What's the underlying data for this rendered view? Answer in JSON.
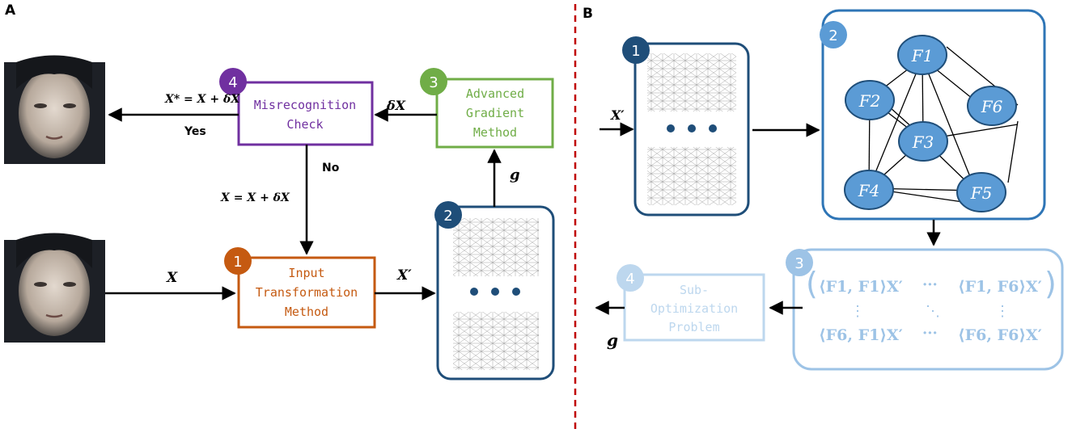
{
  "panel_a": {
    "label": "A",
    "steps": {
      "misrecognition": {
        "number": "4",
        "line1": "Misrecognition",
        "line2": "Check",
        "color": "#7030a0"
      },
      "gradient": {
        "number": "3",
        "line1": "Advanced",
        "line2": "Gradient",
        "line3": "Method",
        "color": "#70ad47"
      },
      "transform": {
        "number": "1",
        "line1": "Input",
        "line2": "Transformation",
        "line3": "Method",
        "color": "#c55a11"
      },
      "network": {
        "number": "2",
        "color": "#1f4e79"
      }
    },
    "edges": {
      "output_formula": "X* = X + δX",
      "yes": "Yes",
      "no": "No",
      "update_formula": "X = X + δX",
      "delta_x": "δX",
      "g": "g",
      "x": "X",
      "x_prime": "X′"
    }
  },
  "panel_b": {
    "label": "B",
    "network": {
      "number": "1",
      "input": "X′"
    },
    "graph": {
      "number": "2",
      "nodes": [
        "F1",
        "F2",
        "F3",
        "F4",
        "F5",
        "F6"
      ],
      "node_color": "#5b9bd5"
    },
    "matrix": {
      "number": "3",
      "cell_11": "⟨F1, F1⟩X′",
      "cell_16": "⟨F1, F6⟩X′",
      "cell_61": "⟨F6, F1⟩X′",
      "cell_66": "⟨F6, F6⟩X′",
      "dots_h": "···",
      "dots_v": "⋮",
      "dots_d": "⋱"
    },
    "subproblem": {
      "number": "4",
      "line1": "Sub-",
      "line2": "Optimization",
      "line3": "Problem"
    },
    "output": "g"
  },
  "colors": {
    "purple": "#7030a0",
    "green": "#70ad47",
    "orange": "#c55a11",
    "navy": "#1f4e79",
    "blue": "#2e75b6",
    "light_blue": "#9dc3e6",
    "divider": "#c00000"
  }
}
